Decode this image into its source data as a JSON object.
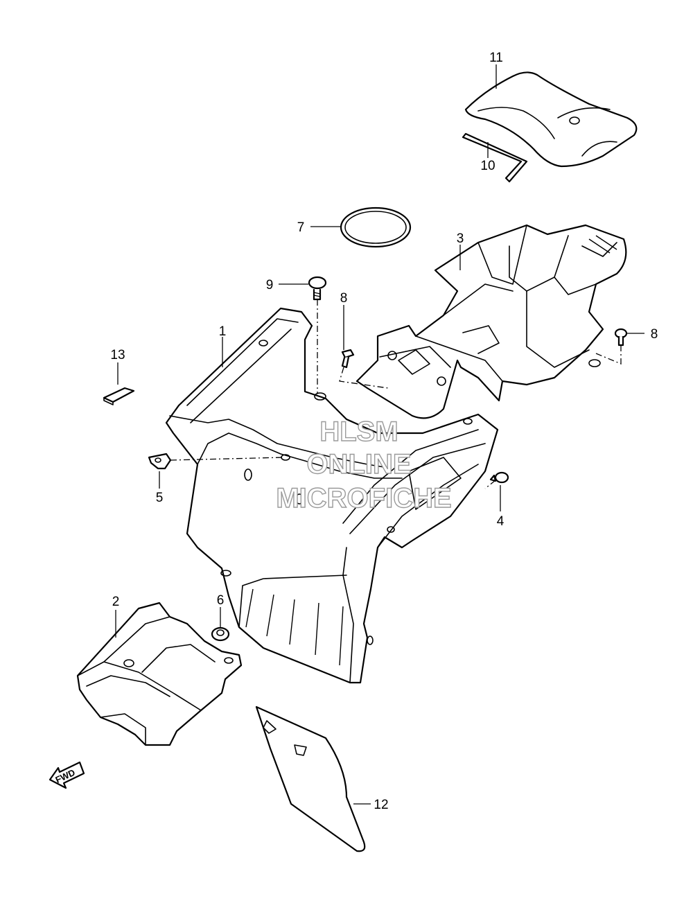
{
  "callouts": {
    "c1": "1",
    "c2": "2",
    "c3": "3",
    "c4": "4",
    "c5": "5",
    "c6": "6",
    "c7": "7",
    "c8a": "8",
    "c8b": "8",
    "c9": "9",
    "c10": "10",
    "c11": "11",
    "c12": "12",
    "c13": "13"
  },
  "watermark": {
    "line1": "HLSM",
    "line2": "ONLINE",
    "line3": "MICROFICHE"
  },
  "direction_marker": {
    "label": "FWD"
  },
  "colors": {
    "line": "#000000",
    "background": "#ffffff",
    "watermark_outline": "#9a9a9a"
  }
}
